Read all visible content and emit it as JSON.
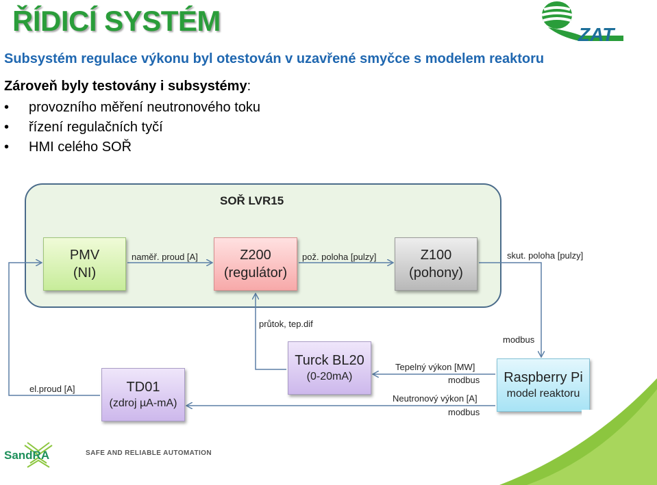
{
  "header": {
    "title": "ŘÍDICÍ SYSTÉM",
    "subtitle": "Subsystém regulace výkonu byl otestován v uzavřené smyčce s modelem reaktoru",
    "intro_bold": "Zároveň byly testovány i subsystémy",
    "intro_colon": ":",
    "bullets": [
      "provozního měření neutronového toku",
      "řízení regulačních tyčí",
      "HMI celého SOŘ"
    ],
    "bullet_glyph": "•"
  },
  "logos": {
    "top_right": "ZAT",
    "footer": "SandRA",
    "footer_tagline": "SAFE AND RELIABLE AUTOMATION"
  },
  "diagram": {
    "frame_title": "SOŘ LVR15",
    "blocks": {
      "pmv": {
        "line1": "PMV",
        "line2": "(NI)"
      },
      "z200": {
        "line1": "Z200",
        "line2": "(regulátor)"
      },
      "z100": {
        "line1": "Z100",
        "line2": "(pohony)"
      },
      "turck": {
        "line1": "Turck BL20",
        "line2": "(0-20mA)"
      },
      "td01": {
        "line1": "TD01",
        "line2": "(zdroj µA-mA)"
      },
      "rpi": {
        "line1": "Raspberry Pi",
        "line2": "model reaktoru"
      }
    },
    "labels": {
      "pmv_z200": "naměř. proud [A]",
      "z200_z100": "pož. poloha [pulzy]",
      "z100_out": "skut. poloha [pulzy]",
      "turck_up": "průtok, tep.dif",
      "modbus_down": "modbus",
      "thermal_power": "Tepelný výkon [MW]",
      "thermal_modbus": "modbus",
      "neutron_power": "Neutronový výkon [A]",
      "neutron_modbus": "modbus",
      "el_current": "el.proud [A]"
    }
  },
  "colors": {
    "title_green": "#2a9d3a",
    "subtitle_blue": "#1f67b0",
    "frame_bg": "#ebf4e5",
    "frame_border": "#4a6b8a",
    "arrow": "#5b7fa6",
    "corner_green": "#8cc63f"
  }
}
